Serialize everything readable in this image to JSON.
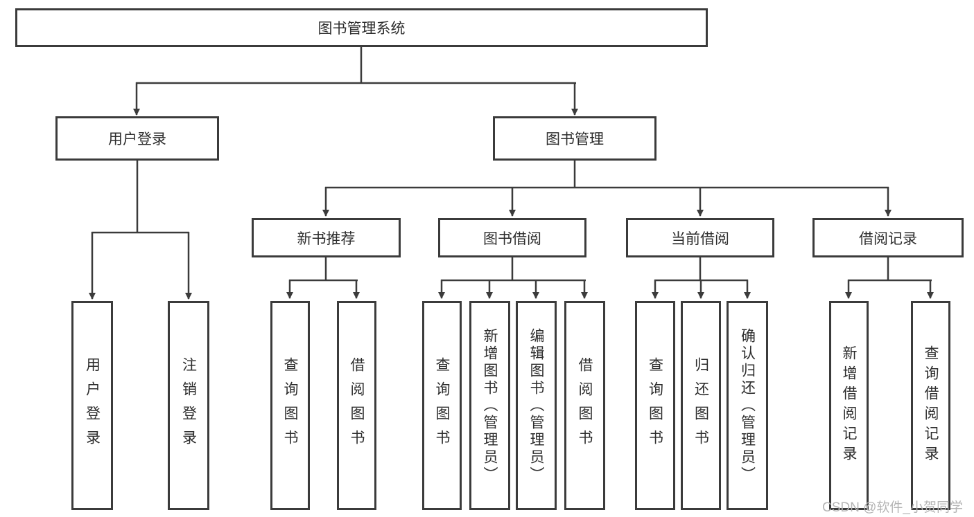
{
  "diagram": {
    "root": {
      "label": "图书管理系统"
    },
    "branches": [
      {
        "label": "用户登录",
        "children": [
          {
            "label": "用户登录"
          },
          {
            "label": "注销登录"
          }
        ]
      },
      {
        "label": "图书管理",
        "children": [
          {
            "label": "新书推荐",
            "children": [
              {
                "label": "查询图书"
              },
              {
                "label": "借阅图书"
              }
            ]
          },
          {
            "label": "图书借阅",
            "children": [
              {
                "label": "查询图书"
              },
              {
                "label": "新增图书（管理员）"
              },
              {
                "label": "编辑图书（管理员）"
              },
              {
                "label": "借阅图书"
              }
            ]
          },
          {
            "label": "当前借阅",
            "children": [
              {
                "label": "查询图书"
              },
              {
                "label": "归还图书"
              },
              {
                "label": "确认归还（管理员）"
              }
            ]
          },
          {
            "label": "借阅记录",
            "children": [
              {
                "label": "新增借阅记录"
              },
              {
                "label": "查询借阅记录"
              }
            ]
          }
        ]
      }
    ]
  },
  "watermark": "CSDN @软件_小贺同学",
  "colors": {
    "line": "#3b3b3b",
    "box_border": "#3b3b3b",
    "text": "#2d2d2d",
    "watermark": "#b5b5b5",
    "background": "#ffffff"
  }
}
